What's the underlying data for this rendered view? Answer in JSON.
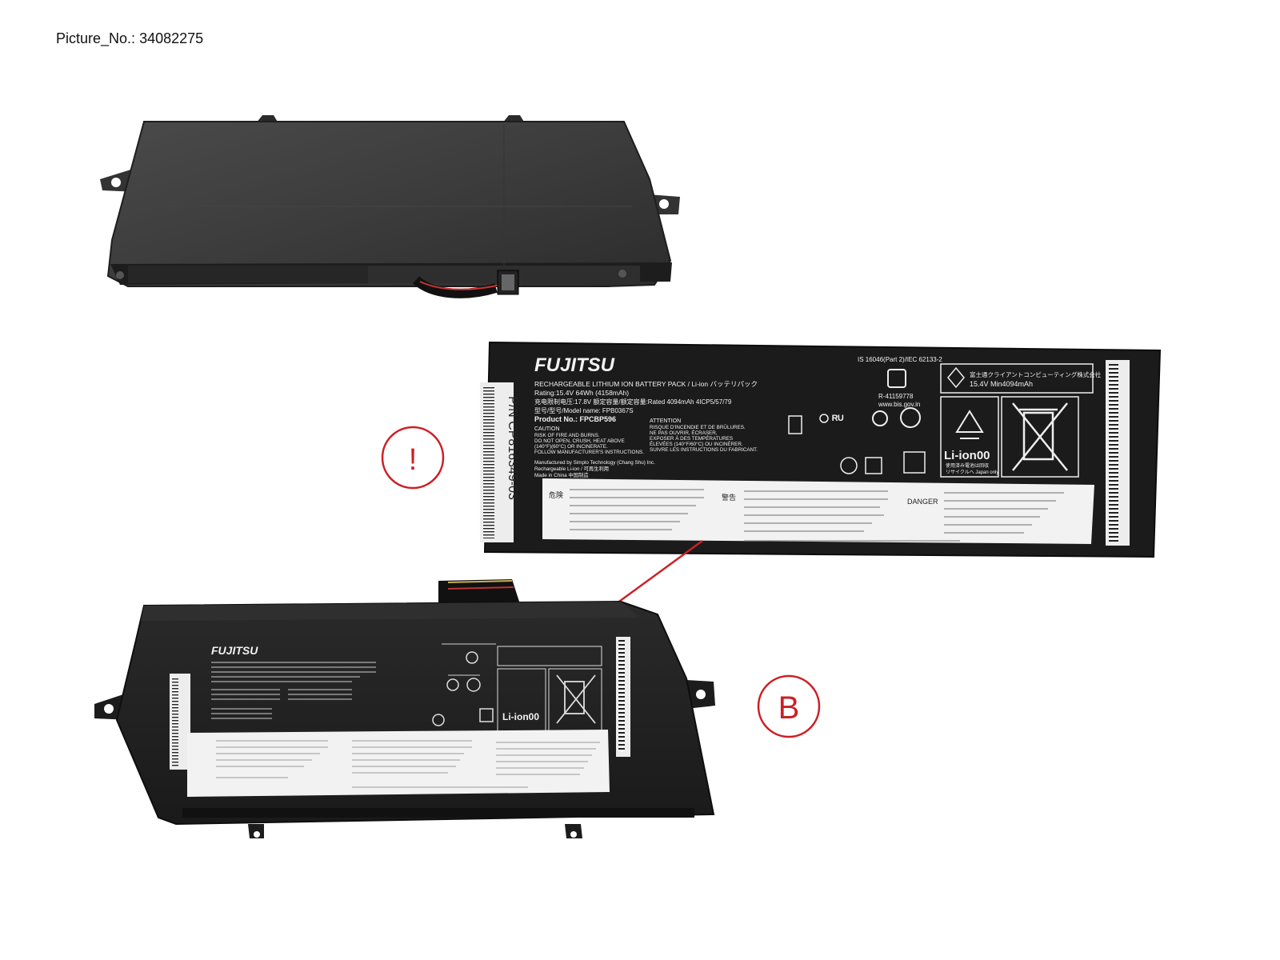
{
  "caption": {
    "prefix": "Picture_No.:",
    "number": "34082275"
  },
  "callouts": {
    "warning_symbol": "!",
    "detail_letter": "B",
    "accent_color": "#cc1f24"
  },
  "label": {
    "brand": "FUJITSU",
    "product_line": "RECHARGEABLE LITHIUM ION BATTERY PACK / Li-ion バッテリパック",
    "rating": "Rating:15.4V 64Wh (4158mAh)",
    "charge_line": "充电限制电压:17.8V 额定容量/额定容量:Rated 4094mAh 4ICP5/57/79",
    "model_line": "型号/型号/Model name: FPB0367S",
    "product_no": "Product No.: FPCBP596",
    "caution_title": "CAUTION",
    "caution_lines": [
      "RISK OF FIRE AND BURNS.",
      "DO NOT OPEN, CRUSH, HEAT ABOVE",
      "(140°F)(60°C) OR INCINERATE.",
      "FOLLOW MANUFACTURER'S INSTRUCTIONS."
    ],
    "attention_title": "ATTENTION",
    "attention_lines": [
      "RISQUE D'INCENDIE ET DE BRÛLURES.",
      "NE PAS OUVRIR, ÉCRASER,",
      "EXPOSER À DES TEMPÉRATURES",
      "ÉLEVÉES (140°F/60°C) OU INCINÉRER.",
      "SUIVRE LES INSTRUCTIONS DU FABRICANT."
    ],
    "manufacturer_lines": [
      "Manufactured by Simplo Technology (Chang Shu) Inc.",
      "Rechargeable Li-ion / 可再生利用",
      "Made in China 中国制造"
    ],
    "standard": "IS 16046(Part 2)/IEC 62133-2",
    "registration": "R-41159778",
    "website": "www.bis.gov.in",
    "pse_text": "富士通クライアントコンピューティング株式会社",
    "pse_rating": "15.4V Min4094mAh",
    "recycle_text": "Li-ion00",
    "recycle_sub": "使用済み電池は回収",
    "recycle_sub2": "リサイクルへ Japan only",
    "pn_barcode": "P/N CP816349-03",
    "danger_label": "DANGER",
    "kikennote": "危険",
    "keikoku": "警告"
  },
  "colors": {
    "battery_body": "#3a3a3a",
    "battery_edge": "#1a1a1a",
    "label_bg": "#1c1c1c",
    "warning_panel": "#f2f2f2"
  }
}
